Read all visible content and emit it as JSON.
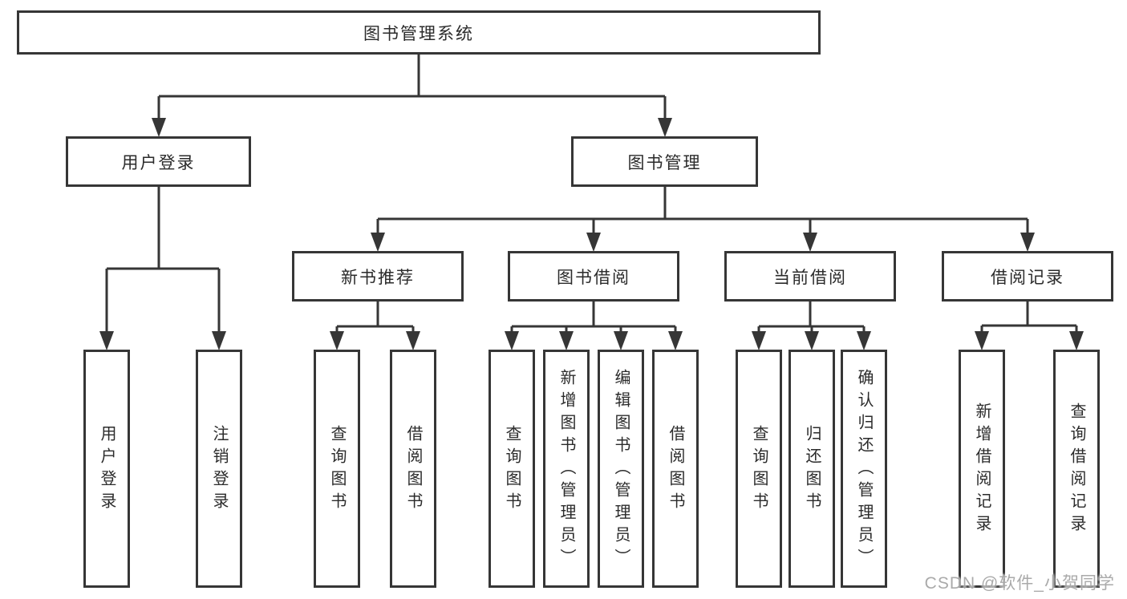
{
  "diagram": {
    "root": {
      "label": "图书管理系统"
    },
    "children": [
      {
        "label": "用户登录",
        "children": [
          {
            "label": "用户登录"
          },
          {
            "label": "注销登录"
          }
        ]
      },
      {
        "label": "图书管理",
        "children": [
          {
            "label": "新书推荐",
            "children": [
              {
                "label": "查询图书"
              },
              {
                "label": "借阅图书"
              }
            ]
          },
          {
            "label": "图书借阅",
            "children": [
              {
                "label": "查询图书"
              },
              {
                "label": "新增图书（管理员）"
              },
              {
                "label": "编辑图书（管理员）"
              },
              {
                "label": "借阅图书"
              }
            ]
          },
          {
            "label": "当前借阅",
            "children": [
              {
                "label": "查询图书"
              },
              {
                "label": "归还图书"
              },
              {
                "label": "确认归还（管理员）"
              }
            ]
          },
          {
            "label": "借阅记录",
            "children": [
              {
                "label": "新增借阅记录"
              },
              {
                "label": "查询借阅记录"
              }
            ]
          }
        ]
      }
    ]
  },
  "watermark": {
    "text": "CSDN @软件_小贺同学"
  },
  "colors": {
    "line": "#363636",
    "box_border": "#363636",
    "text": "#2b2b2b",
    "watermark": "#a3a3a3",
    "background": "#ffffff"
  }
}
